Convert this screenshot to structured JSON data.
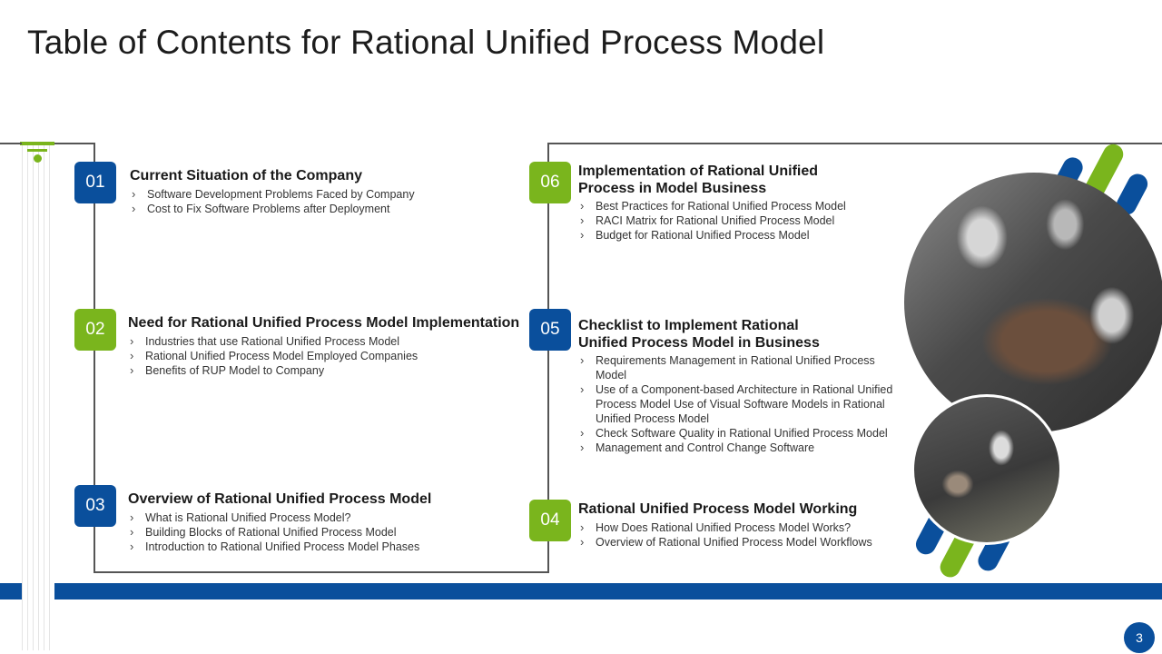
{
  "title": "Table of Contents for Rational Unified Process Model",
  "page_number": "3",
  "sections": [
    {
      "number": "01",
      "title": "Current Situation of the Company",
      "items": [
        "Software Development  Problems Faced by Company",
        "Cost to Fix Software Problems after Deployment"
      ]
    },
    {
      "number": "02",
      "title": "Need for Rational Unified Process Model Implementation",
      "items": [
        "Industries that use Rational Unified Process Model",
        "Rational Unified Process Model Employed Companies",
        "Benefits of RUP Model to Company"
      ]
    },
    {
      "number": "03",
      "title": "Overview of Rational Unified Process Model",
      "items": [
        "What is Rational Unified Process Model?",
        "Building Blocks of Rational Unified Process Model",
        "Introduction to Rational Unified Process Model Phases"
      ]
    },
    {
      "number": "04",
      "title": "Rational Unified Process Model Working",
      "items": [
        "How Does Rational Unified Process Model Works?",
        "Overview  of Rational Unified Process Model Workflows"
      ]
    },
    {
      "number": "05",
      "title_line1": "Checklist to Implement Rational",
      "title_line2": "Unified Process Model in Business",
      "items": [
        "Requirements Management in Rational Unified Process Model",
        "Use of a Component-based  Architecture in Rational Unified Process Model Use of Visual Software Models in Rational Unified Process Model",
        "Check Software Quality in Rational Unified Process Model",
        "Management and Control Change Software"
      ]
    },
    {
      "number": "06",
      "title_line1": "Implementation  of Rational Unified",
      "title_line2": "Process in Model Business",
      "items": [
        "Best Practices for Rational Unified Process Model",
        "RACI Matrix for Rational Unified Process Model",
        "Budget for Rational Unified Process Model"
      ]
    }
  ],
  "colors": {
    "blue": "#0a4f9c",
    "green": "#7ab51d"
  }
}
